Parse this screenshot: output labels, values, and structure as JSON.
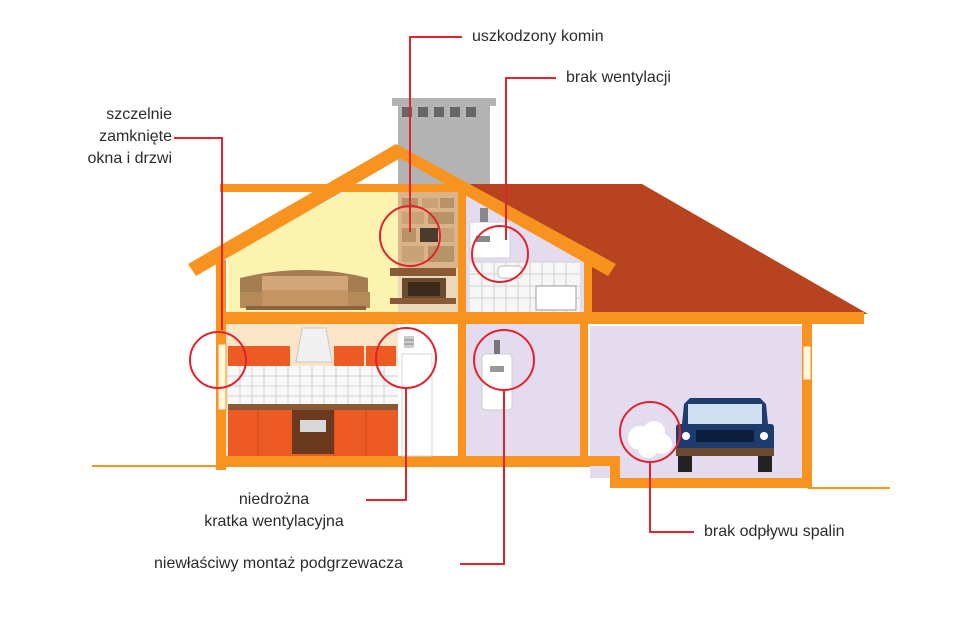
{
  "labels": {
    "chimney": "uszkodzony komin",
    "ventilation": "brak wentylacji",
    "windows": [
      "szczelnie",
      "zamknięte",
      "okna i drzwi"
    ],
    "grille": [
      "niedrożna",
      "kratka wentylacyjna"
    ],
    "heater": "niewłaściwy montaż podgrzewacza",
    "exhaust": "brak odpływu spalin"
  },
  "colors": {
    "callout_line": "#e0232e",
    "house_frame": "#f7931e",
    "roof_tiles": "#b7441f",
    "attic_wall": "#fdf3b0",
    "purple_room": "#e4dcee",
    "kitchen_cabinet": "#ee5a24",
    "chimney": "#b3b3b3",
    "text": "#2b2b2b"
  }
}
